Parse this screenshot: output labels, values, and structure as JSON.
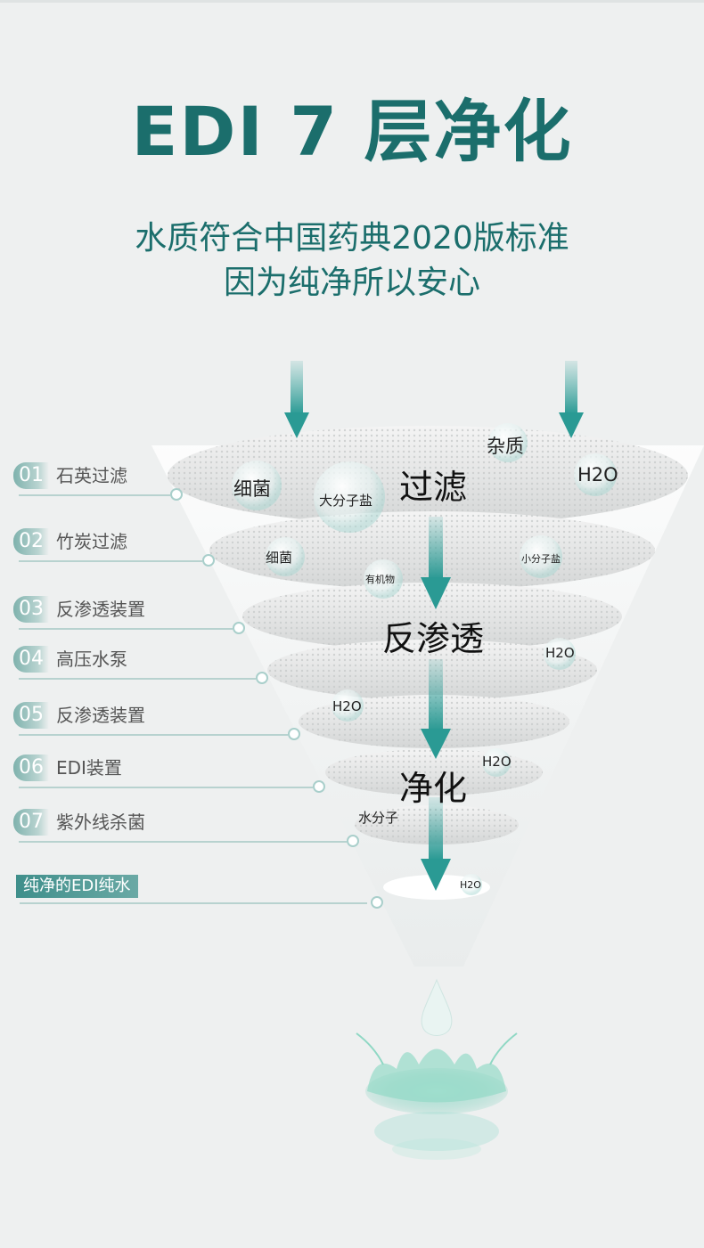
{
  "title": "EDI 7 层净化",
  "subtitle_line1": "水质符合中国药典2020版标准",
  "subtitle_line2": "因为纯净所以安心",
  "steps": [
    {
      "num": "01",
      "label": "石英过滤"
    },
    {
      "num": "02",
      "label": "竹炭过滤"
    },
    {
      "num": "03",
      "label": "反渗透装置"
    },
    {
      "num": "04",
      "label": "高压水泵"
    },
    {
      "num": "05",
      "label": "反渗透装置"
    },
    {
      "num": "06",
      "label": "EDI装置"
    },
    {
      "num": "07",
      "label": "紫外线杀菌"
    }
  ],
  "final_label": "纯净的EDI纯水",
  "stage_labels": {
    "filter": "过滤",
    "ro": "反渗透",
    "purify": "净化"
  },
  "particles": {
    "bacteria1": "细菌",
    "big_salt": "大分子盐",
    "impurity": "杂质",
    "h2o_1": "H2O",
    "bacteria2": "细菌",
    "organic": "有机物",
    "small_salt": "小分子盐",
    "h2o_2": "H2O",
    "h2o_3": "H2O",
    "h2o_4": "H2O",
    "water_molecule": "水分子",
    "h2o_5": "H2O"
  },
  "colors": {
    "brand": "#1b6e6c",
    "accent": "#3fa7a1"
  }
}
